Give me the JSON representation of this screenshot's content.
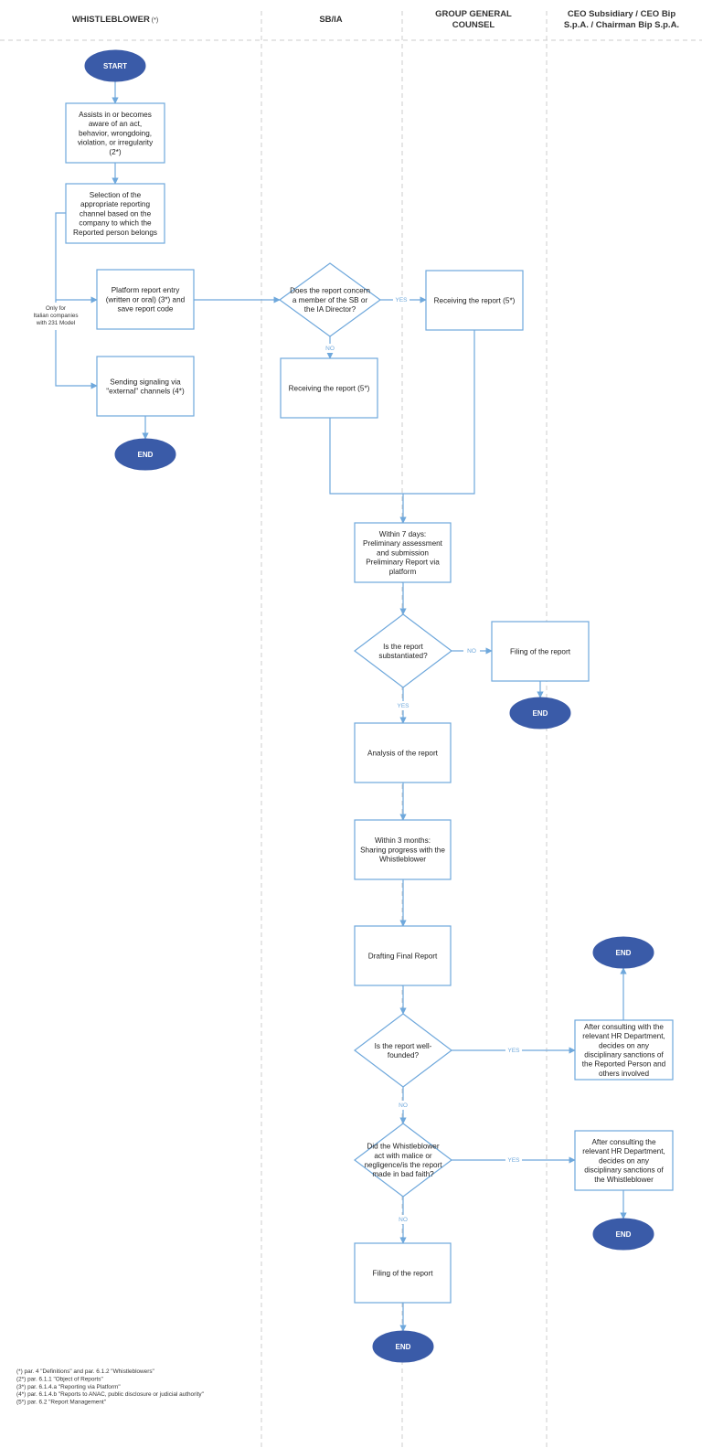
{
  "lanes": [
    {
      "name": "WHISTLEBLOWER",
      "suffix": "(*)"
    },
    {
      "name": "SB/IA"
    },
    {
      "name": "GROUP GENERAL COUNSEL",
      "lines": [
        "GROUP GENERAL",
        "COUNSEL"
      ]
    },
    {
      "name": "CEO Subsidiary / CEO Bip S.p.A. / Chairman Bip S.p.A.",
      "lines": [
        "CEO Subsidiary / CEO Bip",
        "S.p.A. / Chairman Bip S.p.A."
      ]
    }
  ],
  "nodes": {
    "start": "START",
    "aware": [
      "Assists in or becomes",
      "aware of an act,",
      "behavior, wrongdoing,",
      "violation, or irregularity",
      "(2*)"
    ],
    "selection": [
      "Selection of the",
      "appropriate reporting",
      "channel based on the",
      "company to which the",
      "Reported person belongs"
    ],
    "platform": [
      "Platform report entry",
      "(written or oral) (3*) and",
      "save report code"
    ],
    "external": [
      "Sending signaling via",
      "\"external\" channels (4*)"
    ],
    "end_wb": "END",
    "concern": [
      "Does the report concern",
      "a member of the SB or",
      "the IA Director?"
    ],
    "recv_sb": [
      "Receiving the report (5*)"
    ],
    "recv_gc": [
      "Receiving the report (5*)"
    ],
    "within7": [
      "Within 7 days:",
      "Preliminary assessment",
      "and submission",
      "Preliminary Report via",
      "platform"
    ],
    "substantiated": [
      "Is the report",
      "substantiated?"
    ],
    "filing_gc": [
      "Filing of the report"
    ],
    "end_gc": "END",
    "analysis": [
      "Analysis of the report"
    ],
    "within3": [
      "Within 3 months:",
      "Sharing progress with the",
      "Whistleblower"
    ],
    "drafting": [
      "Drafting Final Report"
    ],
    "wellfounded": [
      "Is the report well-",
      "founded?"
    ],
    "hr1": [
      "After consulting with the",
      "relevant HR Department,",
      "decides on any",
      "disciplinary sanctions of",
      "the Reported Person and",
      "others involved"
    ],
    "end_ceo1": "END",
    "malice": [
      "Did the Whistleblower",
      "act with malice or",
      "negligence/is the report",
      "made in bad faith?"
    ],
    "hr2": [
      "After consulting the",
      "relevant HR Department,",
      "decides on any",
      "disciplinary sanctions of",
      "the Whistleblower"
    ],
    "end_ceo2": "END",
    "filing_final": [
      "Filing of the report"
    ],
    "end_final": "END"
  },
  "edge_labels": {
    "yes": "YES",
    "no": "NO",
    "only_italian": [
      "Only for",
      "Italian companies",
      "with 231 Model"
    ]
  },
  "footnotes": [
    "(*) par. 4 \"Definitions\" and par. 6.1.2 \"Whistleblowers\"",
    "(2*) par. 6.1.1 \"Object of Reports\"",
    "(3*) par. 6.1.4.a \"Reporting via Platform\"",
    "(4*) par. 6.1.4.b \"Reports to ANAC, public disclosure or judicial authority\"",
    "(5*) par. 6.2 \"Report Management\""
  ],
  "colors": {
    "line": "#6fa8dc",
    "box_border": "#6fa8dc",
    "terminal": "#3a5ba8",
    "terminal_text": "#ffffff",
    "text": "#222222",
    "label": "#6fa8dc",
    "lane_divider": "#cccccc"
  }
}
